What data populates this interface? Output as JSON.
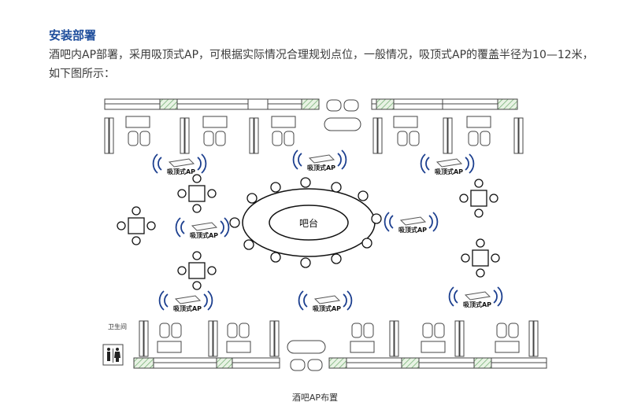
{
  "heading": "安装部署",
  "paragraph_line1": "酒吧内AP部署，采用吸顶式AP，可根据实际情况合理规划点位，一般情况，吸顶式AP的覆盖半径为10—12米，",
  "paragraph_line2": "如下图所示：",
  "figure": {
    "bar_label": "吧台",
    "restroom_label": "卫生间",
    "ap_label": "吸顶式AP",
    "caption": "酒吧AP布置"
  },
  "colors": {
    "heading": "#1f4e9c",
    "wifi_waves": "#1c3f8f",
    "hatch": "#5a9a5a"
  }
}
